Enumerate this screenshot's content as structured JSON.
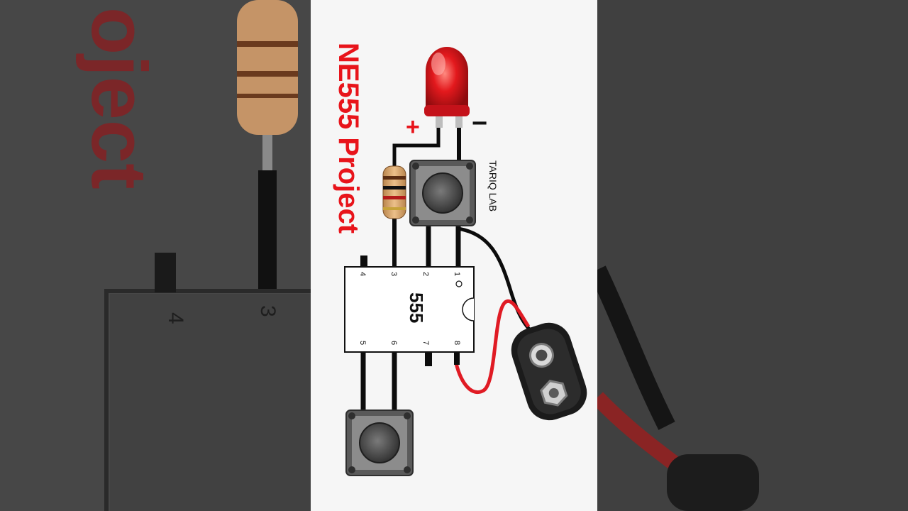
{
  "title": "NE555 Project",
  "watermark": "TARIQ LAB",
  "chip": {
    "label": "555",
    "pins_top": [
      "4",
      "3",
      "2",
      "1"
    ],
    "pins_bottom": [
      "5",
      "6",
      "7",
      "8"
    ]
  },
  "led": {
    "plus": "+",
    "minus": "−"
  },
  "background_title": "oject",
  "background_pins": [
    "4",
    "3"
  ],
  "colors": {
    "title": "#e8141b",
    "wire_red": "#e01b24",
    "wire_black": "#0c0c0c",
    "led": "#e3191d",
    "panel": "#f6f6f6",
    "side": "#404040"
  }
}
